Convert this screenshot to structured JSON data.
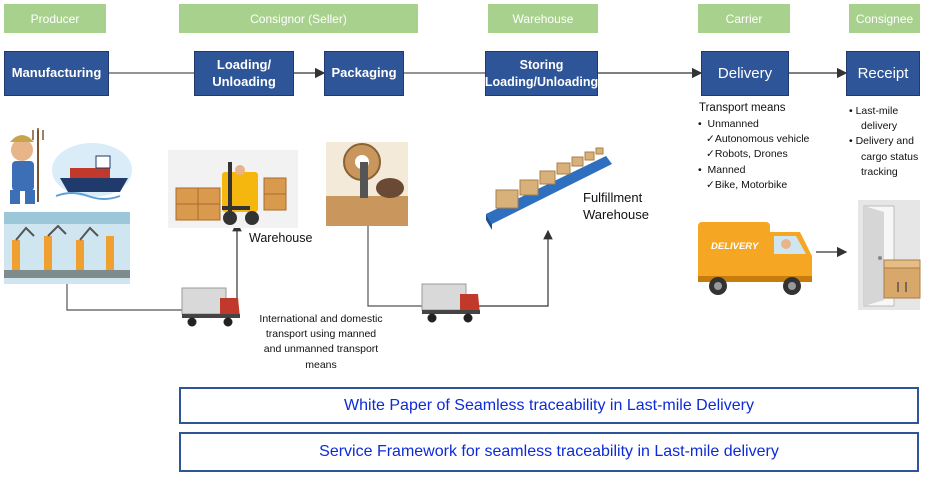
{
  "roles": [
    "Producer",
    "Consignor (Seller)",
    "Warehouse",
    "Carrier",
    "Consignee"
  ],
  "steps": {
    "manufacturing": "Manufacturing",
    "loading_line1": "Loading/",
    "loading_line2": "Unloading",
    "packaging": "Packaging",
    "storing_line1": "Storing",
    "storing_line2": "Loading/Unloading",
    "delivery": "Delivery",
    "receipt": "Receipt"
  },
  "labels": {
    "warehouse": "Warehouse",
    "fulfillment_line1": "Fulfillment",
    "fulfillment_line2": "Warehouse",
    "transport_note": [
      "International and domestic",
      "transport using manned",
      "and unmanned transport",
      "means"
    ],
    "delivery_badge": "DELIVERY"
  },
  "transport_means": {
    "title": "Transport means",
    "unmanned": "Unmanned",
    "unmanned_items": [
      "Autonomous vehicle",
      "Robots, Drones"
    ],
    "manned": "Manned",
    "manned_items": [
      "Bike, Motorbike"
    ]
  },
  "consignee_notes": [
    [
      "Last-mile",
      "delivery"
    ],
    [
      "Delivery and",
      "cargo status",
      "tracking"
    ]
  ],
  "buttons": {
    "white_paper": "White Paper of Seamless traceability in Last-mile Delivery",
    "service_framework": "Service Framework for seamless traceability in Last-mile delivery"
  },
  "colors": {
    "role_header": "#a9d18e",
    "step_box": "#2e5597",
    "button_text": "#0d2bd6"
  }
}
